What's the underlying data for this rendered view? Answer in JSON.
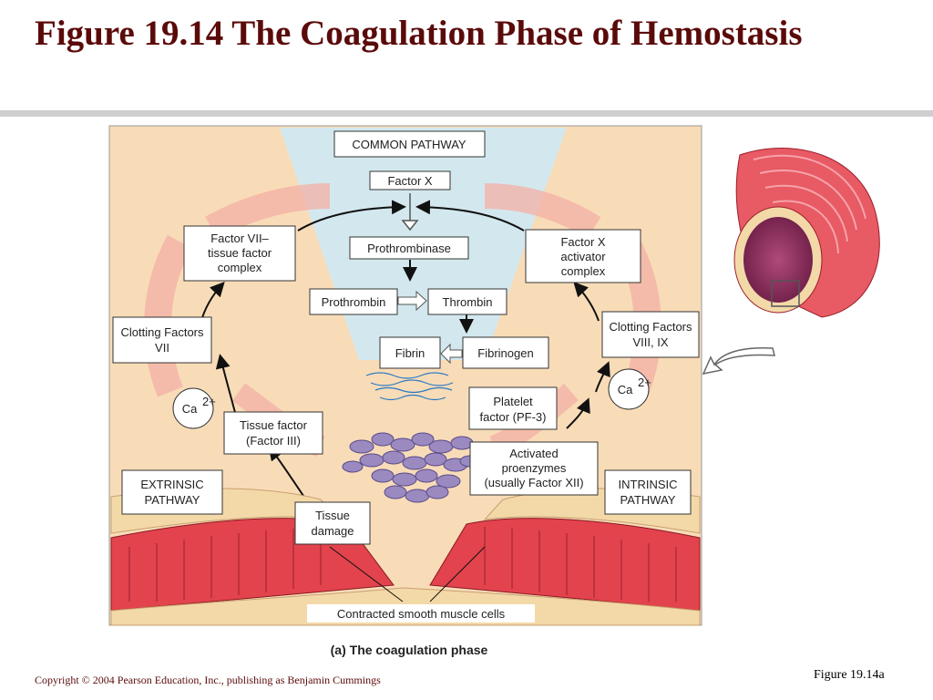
{
  "slide": {
    "title": "Figure 19.14  The Coagulation Phase of Hemostasis",
    "copyright": "Copyright © 2004 Pearson Education, Inc., publishing as Benjamin Cummings",
    "figure_ref": "Figure 19.14a"
  },
  "diagram": {
    "common_pathway": "COMMON PATHWAY",
    "factor_x": "Factor X",
    "prothrombinase": "Prothrombinase",
    "prothrombin": "Prothrombin",
    "thrombin": "Thrombin",
    "fibrin": "Fibrin",
    "fibrinogen": "Fibrinogen",
    "factor_vii_complex": [
      "Factor VII–",
      "tissue factor",
      "complex"
    ],
    "factor_x_activator": [
      "Factor X",
      "activator",
      "complex"
    ],
    "clotting_factors_vii": [
      "Clotting Factors",
      "VII"
    ],
    "clotting_factors_viii_ix": [
      "Clotting Factors",
      "VIII, IX"
    ],
    "calcium_ion": "Ca",
    "calcium_charge": "2+",
    "tissue_factor": [
      "Tissue factor",
      "(Factor III)"
    ],
    "platelet_factor": [
      "Platelet",
      "factor (PF-3)"
    ],
    "activated_proenzymes": [
      "Activated",
      "proenzymes",
      "(usually Factor XII)"
    ],
    "extrinsic_pathway": [
      "EXTRINSIC",
      "PATHWAY"
    ],
    "intrinsic_pathway": [
      "INTRINSIC",
      "PATHWAY"
    ],
    "tissue_damage": [
      "Tissue",
      "damage"
    ],
    "smooth_muscle": "Contracted smooth muscle cells",
    "caption": "(a) The coagulation phase"
  },
  "colors": {
    "title": "#5b0a0a",
    "panel_background": "#f8dcb8",
    "common_pathway_funnel": "#d3e8ee",
    "cycle_arrows": "#f4b0a6",
    "muscle": "#e2434d",
    "platelets": "#9a8ac0"
  }
}
